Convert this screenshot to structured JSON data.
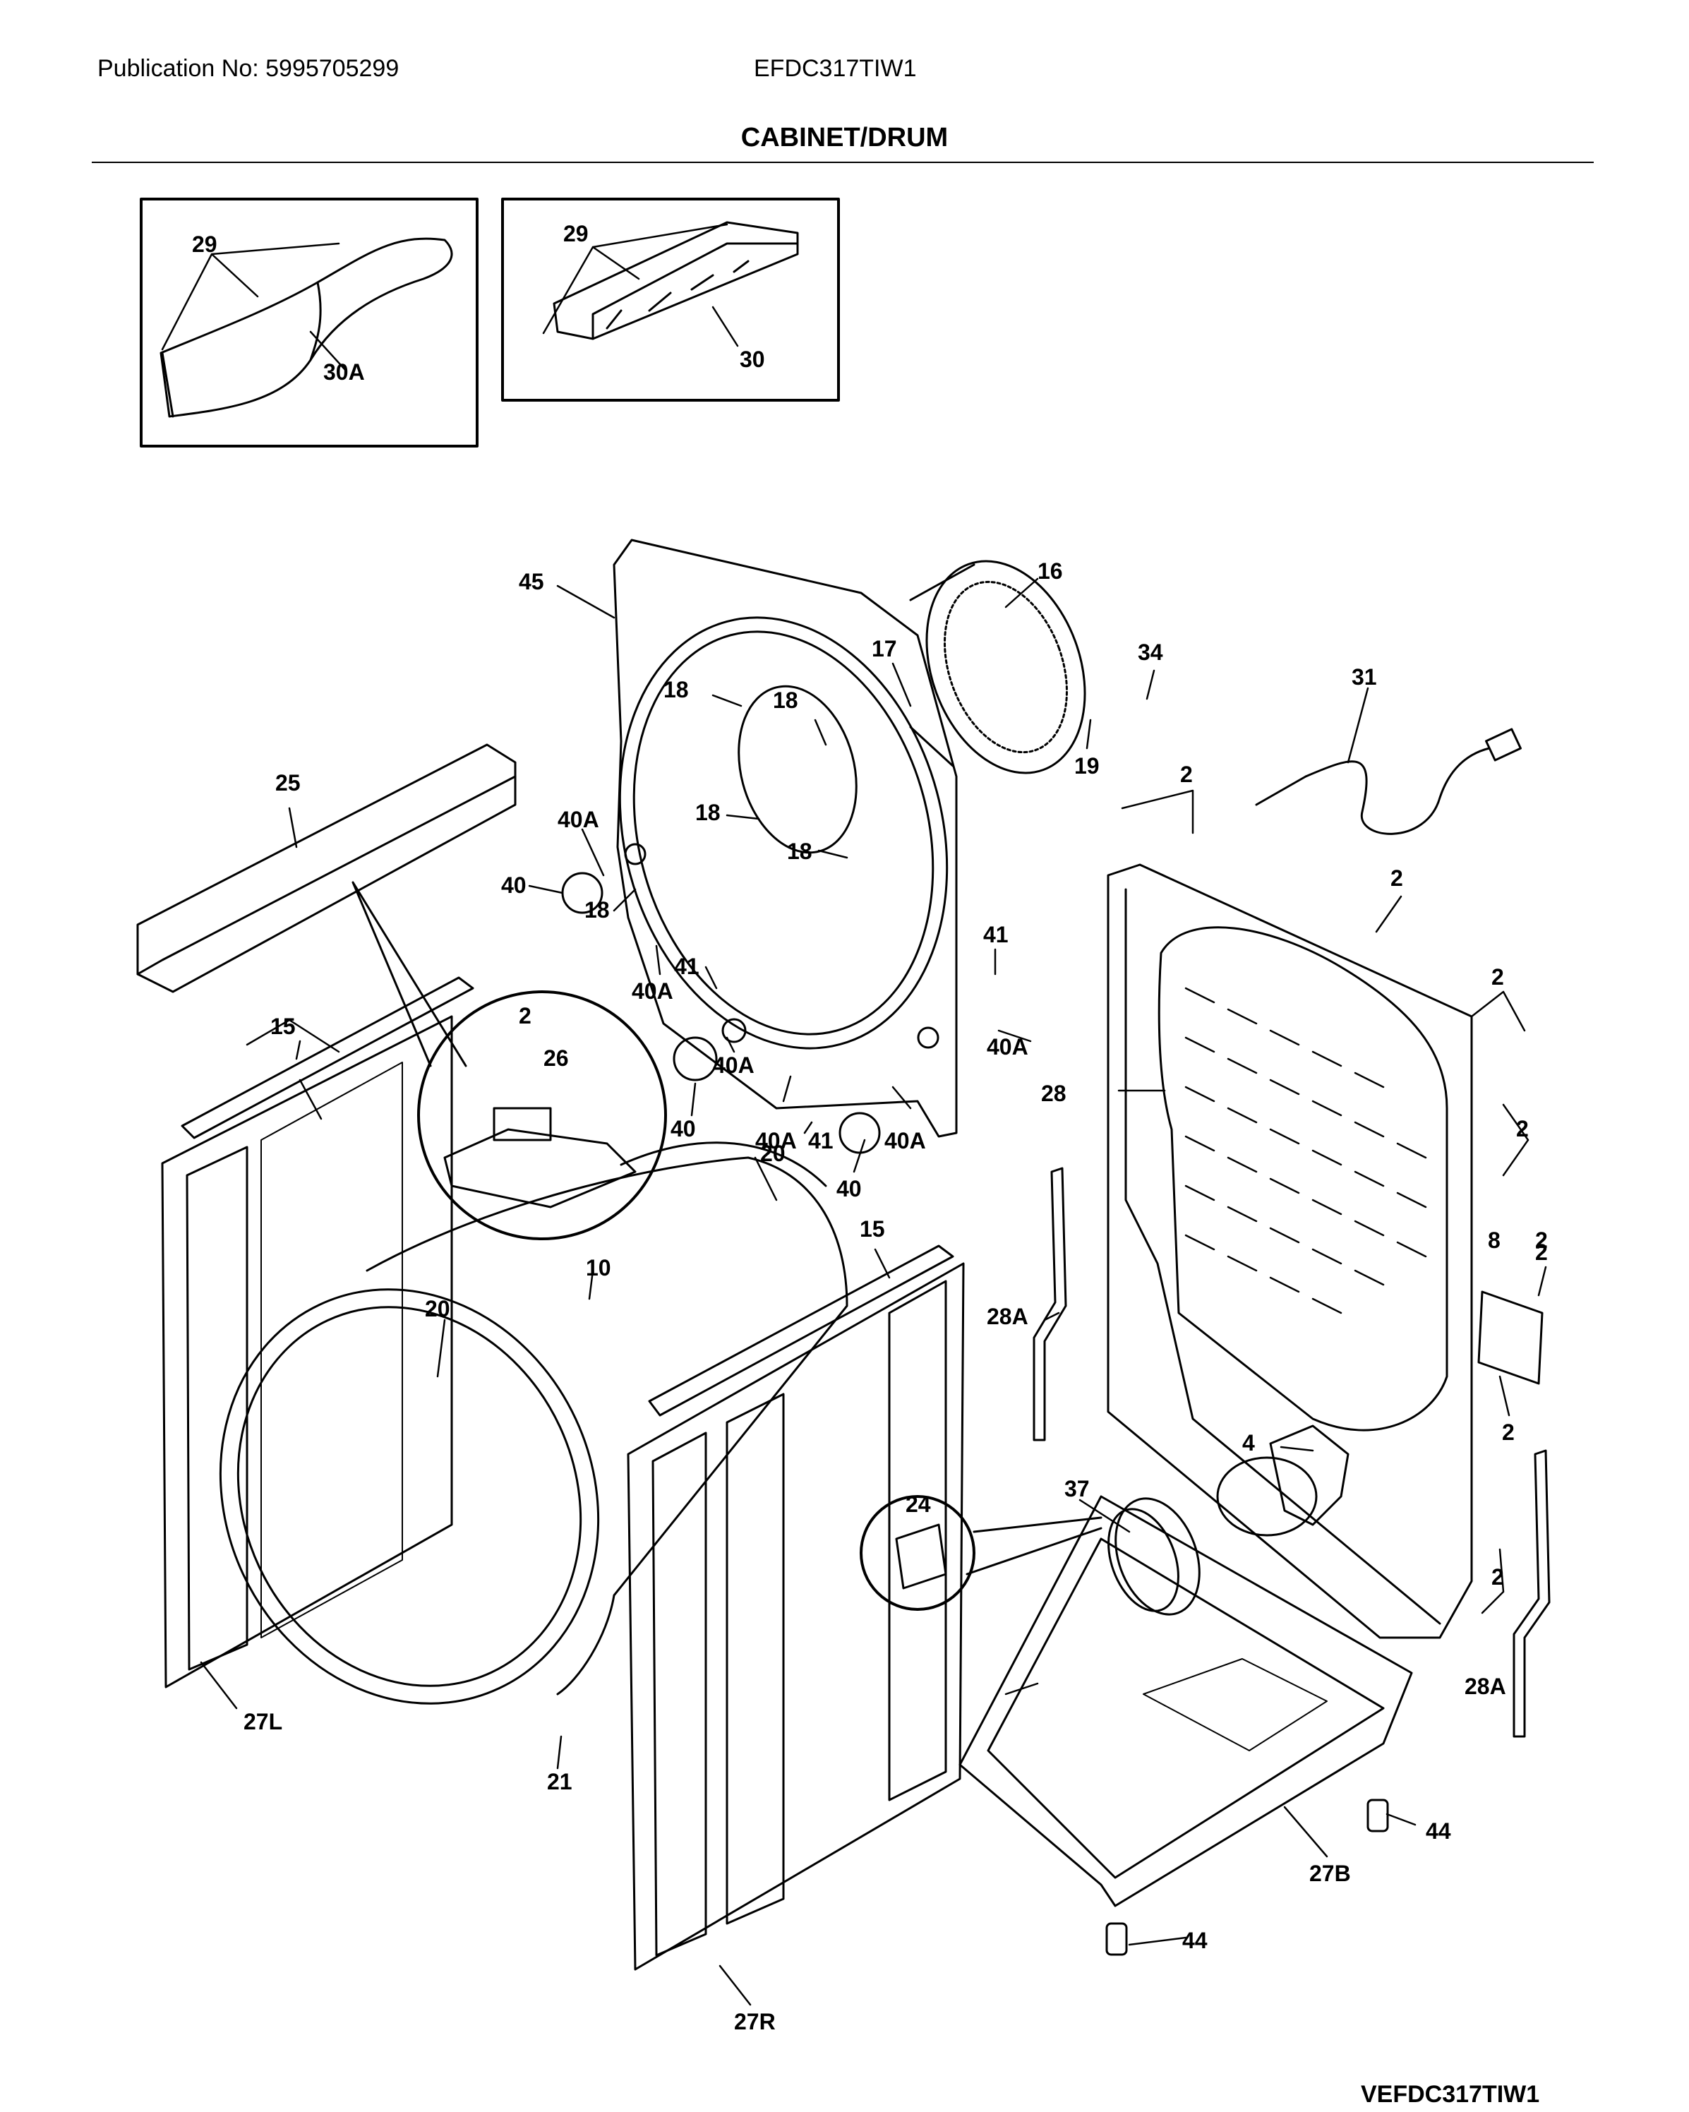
{
  "header": {
    "publication": "Publication No: 5995705299",
    "model": "EFDC317TIW1",
    "section_title": "CABINET/DRUM"
  },
  "footer": {
    "code": "VEFDC317TIW1"
  },
  "callouts": {
    "c29a": "29",
    "c30A": "30A",
    "c29b": "29",
    "c30": "30",
    "c45": "45",
    "c16": "16",
    "c17": "17",
    "c34": "34",
    "c31": "31",
    "c19": "19",
    "c18a": "18",
    "c18b": "18",
    "c18c": "18",
    "c18d": "18",
    "c18e": "18",
    "c25": "25",
    "c40Aa": "40A",
    "c40a": "40",
    "c41a": "41",
    "c40Ab": "40A",
    "c41b": "41",
    "c40Ac": "40A",
    "c40b": "40",
    "c40Ad": "40A",
    "c41c": "41",
    "c40c": "40",
    "c40Ae": "40A",
    "c40Af": "40A",
    "c2a": "2",
    "c2b": "2",
    "c2c": "2",
    "c2d": "2",
    "c2e": "2",
    "c2f": "2",
    "c2g": "2",
    "c2h": "2",
    "c2i": "2",
    "c15a": "15",
    "c26": "26",
    "c28": "28",
    "c20a": "20",
    "c15b": "15",
    "c10": "10",
    "c20b": "20",
    "c8": "8",
    "c28Aa": "28A",
    "c4": "4",
    "c24": "24",
    "c37": "37",
    "c28Ab": "28A",
    "c27L": "27L",
    "c21": "21",
    "c44a": "44",
    "c27B": "27B",
    "c44b": "44",
    "c27R": "27R"
  }
}
